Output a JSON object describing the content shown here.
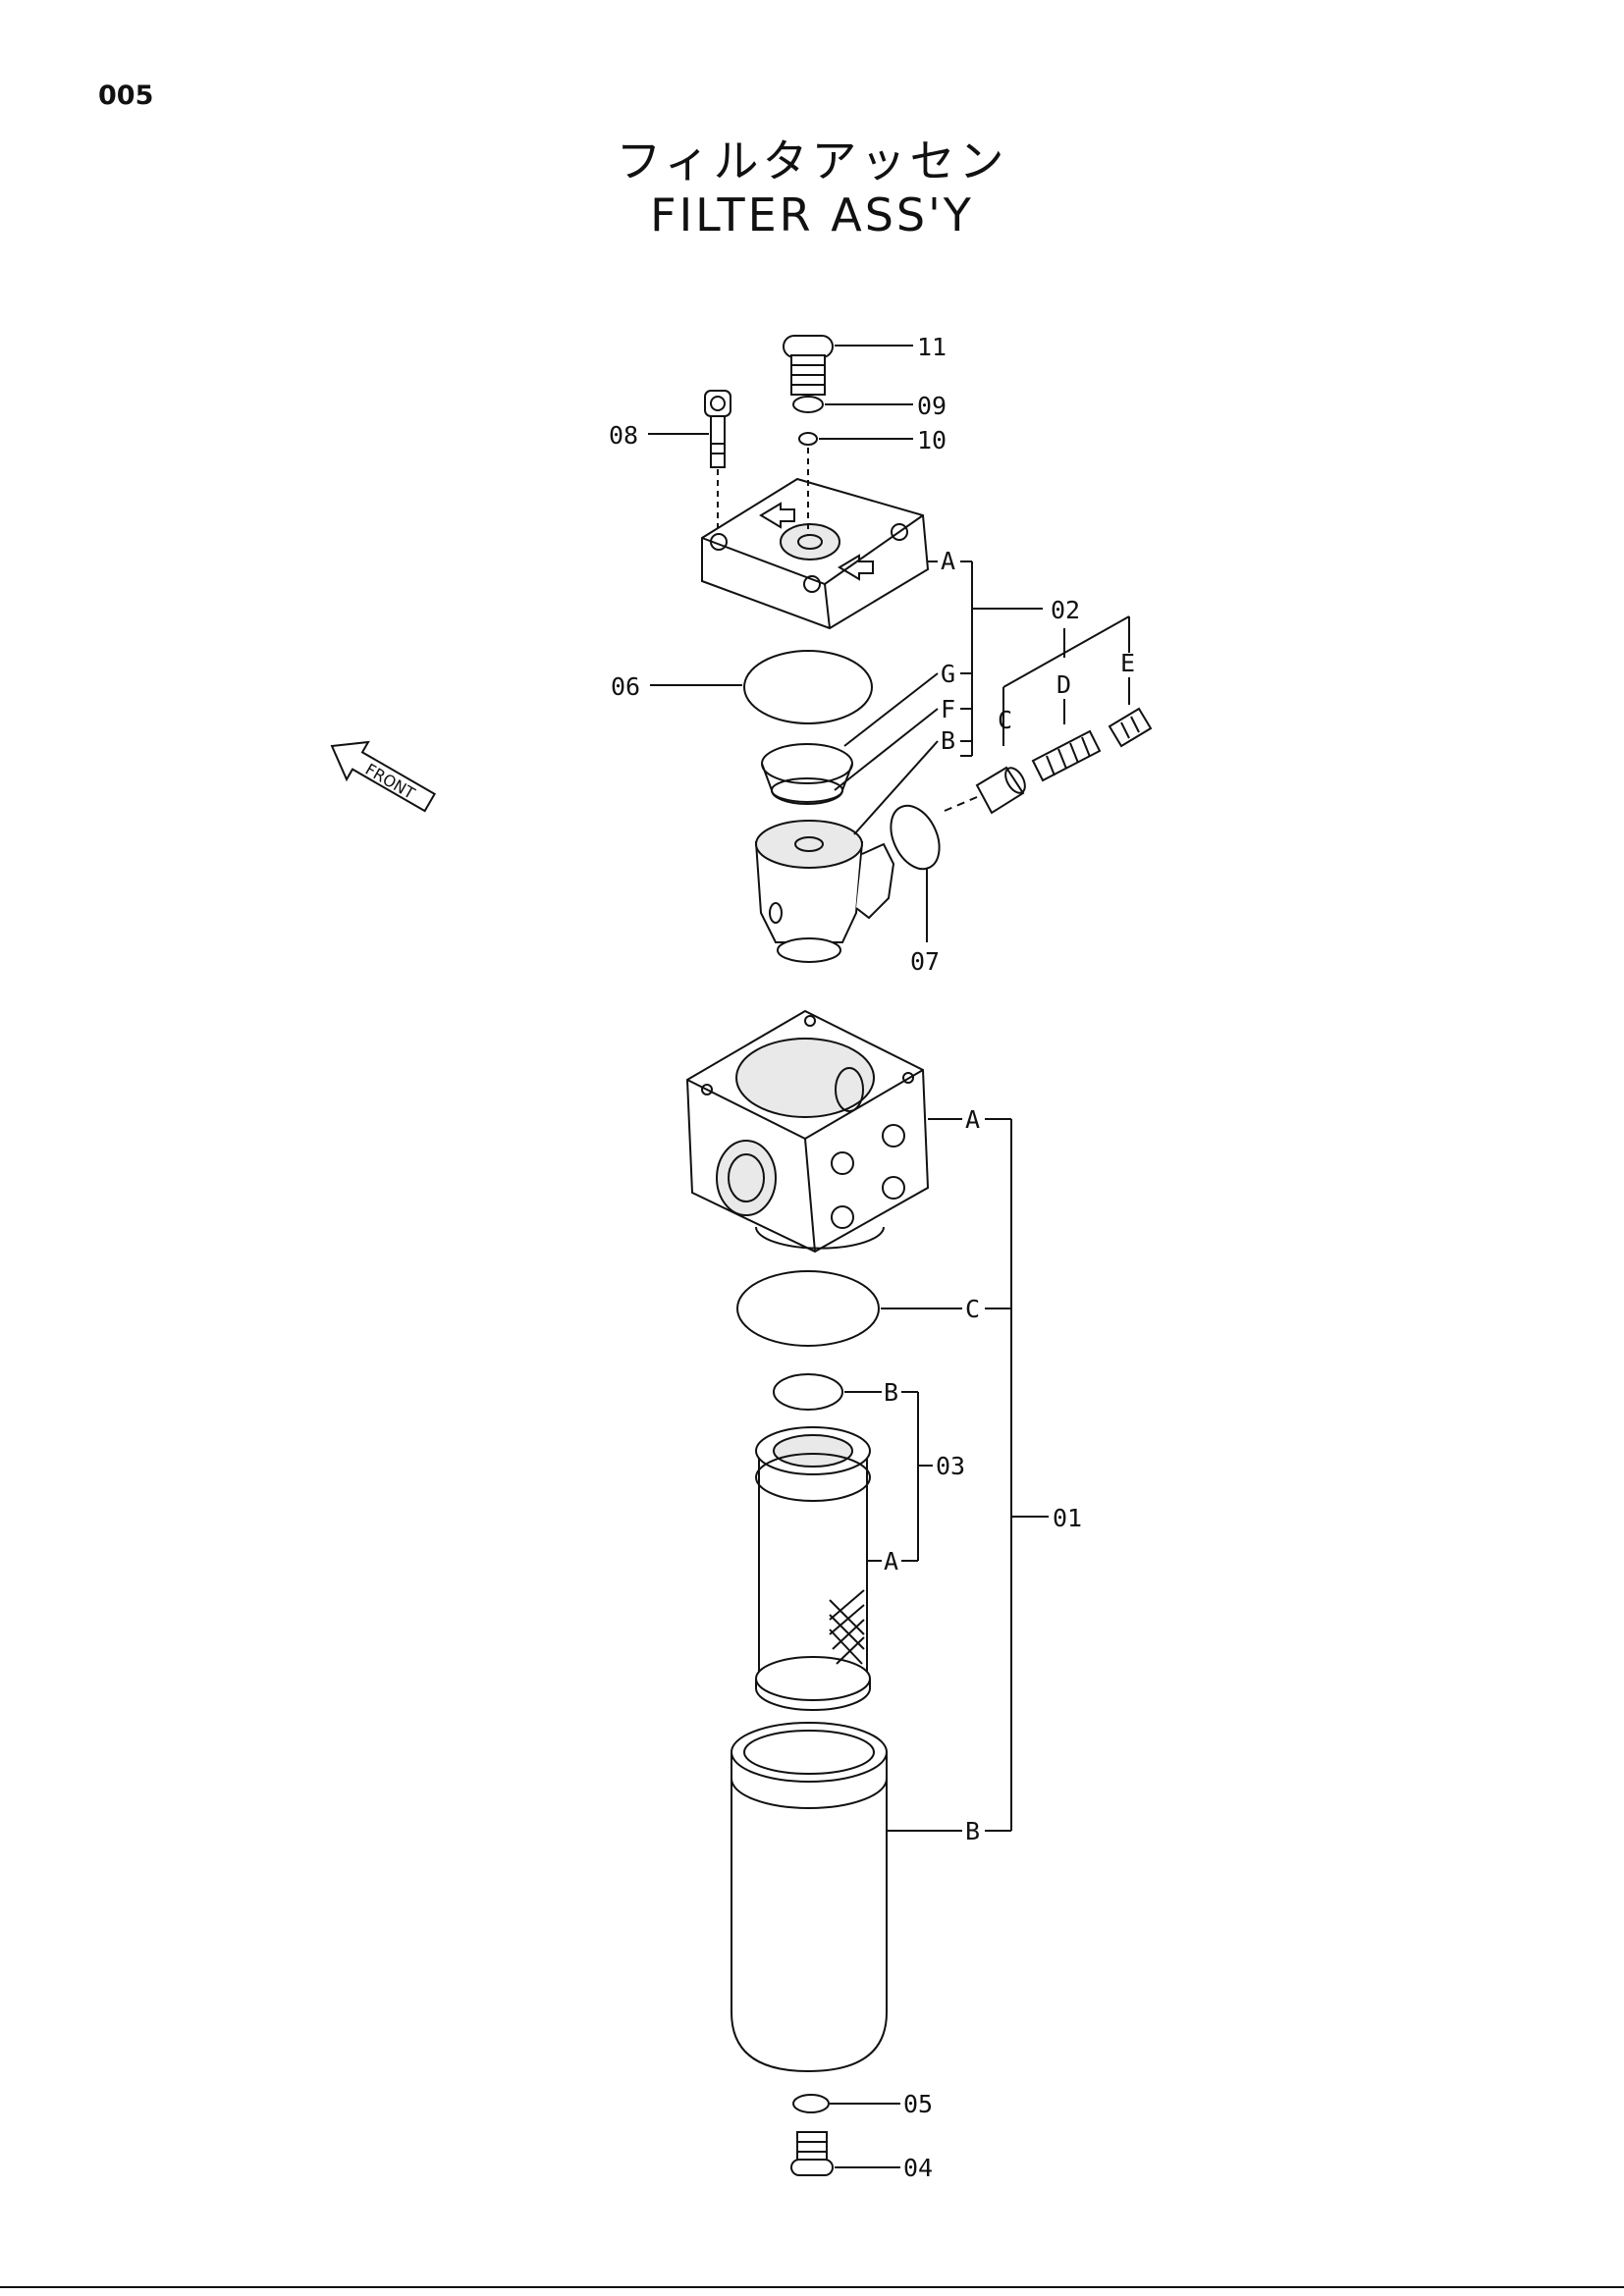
{
  "page": {
    "number": "005"
  },
  "title": {
    "japanese": "フィルタアッセン",
    "english": "FILTER ASS'Y"
  },
  "front_arrow": {
    "text": "FRONT"
  },
  "callouts": {
    "c11": "11",
    "c09": "09",
    "c10": "10",
    "c08": "08",
    "c02": "02",
    "c06": "06",
    "c07": "07",
    "c01": "01",
    "c03": "03",
    "c05": "05",
    "c04": "04"
  },
  "sub_labels": {
    "a_top": "A",
    "g": "G",
    "f": "F",
    "b_top": "B",
    "c_valve": "C",
    "d_valve": "D",
    "e_valve": "E",
    "a_head": "A",
    "c_ring": "C",
    "b_ring": "B",
    "a_element": "A",
    "b_bowl": "B"
  }
}
